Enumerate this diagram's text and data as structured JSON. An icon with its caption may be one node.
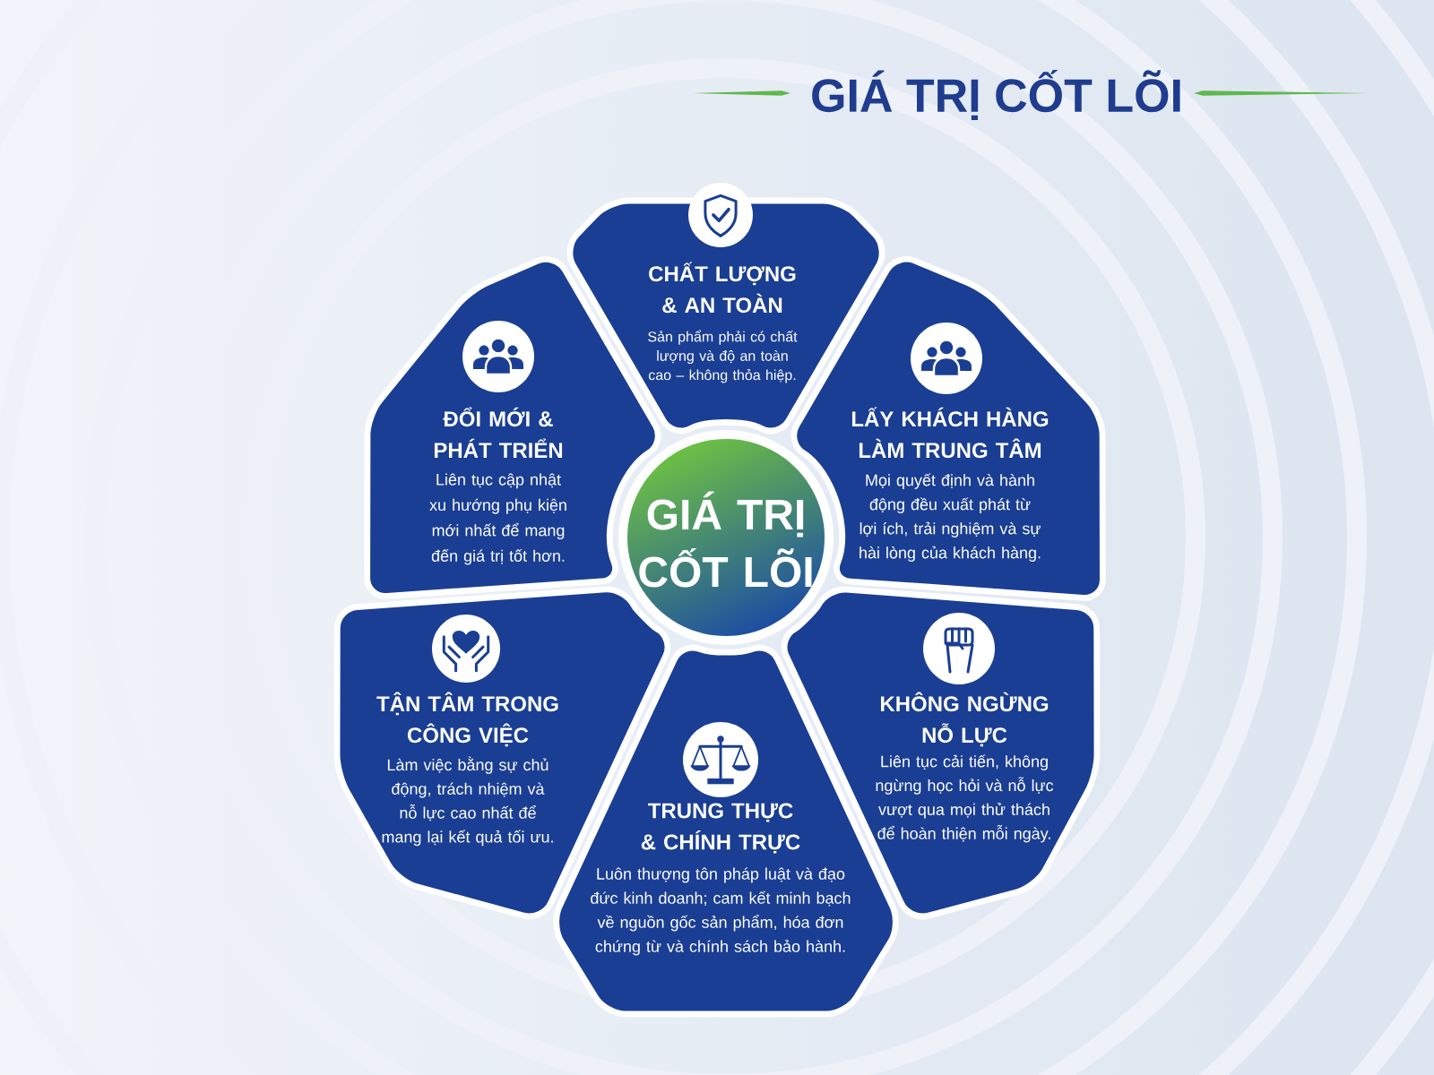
{
  "diagram": {
    "title": "GIÁ TRỊ CỐT LÕI",
    "nodes": [
      {
        "text": [
          "CHẤT LƯỢNG & AN TOÀN",
          "Sản phẩm phải có chất lượng và độ an toàn cao – không thỏa hiệp."
        ]
      },
      {
        "text": [
          "ĐỔI MỚI & PHÁT TRIỂN",
          "Liên tục cập nhật xu hướng phụ kiện mới nhất để mang đến giá trị tốt hơn."
        ]
      },
      {
        "text": [
          "LẤY KHÁCH HÀNG LÀM TRUNG TÂM",
          "Mọi quyết định và hành động đều xuất phát từ lợi ích, trải nghiệm và sự hài lòng của khách hàng."
        ]
      },
      {
        "text": [
          "GIÁ TRỊ CỐT LÕI"
        ]
      },
      {
        "text": [
          "TẬN TÂM TRONG CÔNG VIỆC",
          "Làm việc bằng sự chủ động, trách nhiệm và nỗ lực cao nhất để mang lại kết quả tối ưu."
        ]
      },
      {
        "text": [
          "KHÔNG NGỪNG NỖ LỰC",
          "Liên tục cải tiến, không ngừng học hỏi và nỗ lực vượt qua mọi thử thách để hoàn thiện mỗi ngày."
        ]
      },
      {
        "text": [
          "TRUNG THỰC & CHÍNH TRỰC",
          "Luôn thượng tôn pháp luật và đạo đức kinh doanh; cam kết minh bạch về nguồn gốc sản phẩm, hóa đơn chứng từ và chính sách bảo hành."
        ]
      }
    ]
  }
}
